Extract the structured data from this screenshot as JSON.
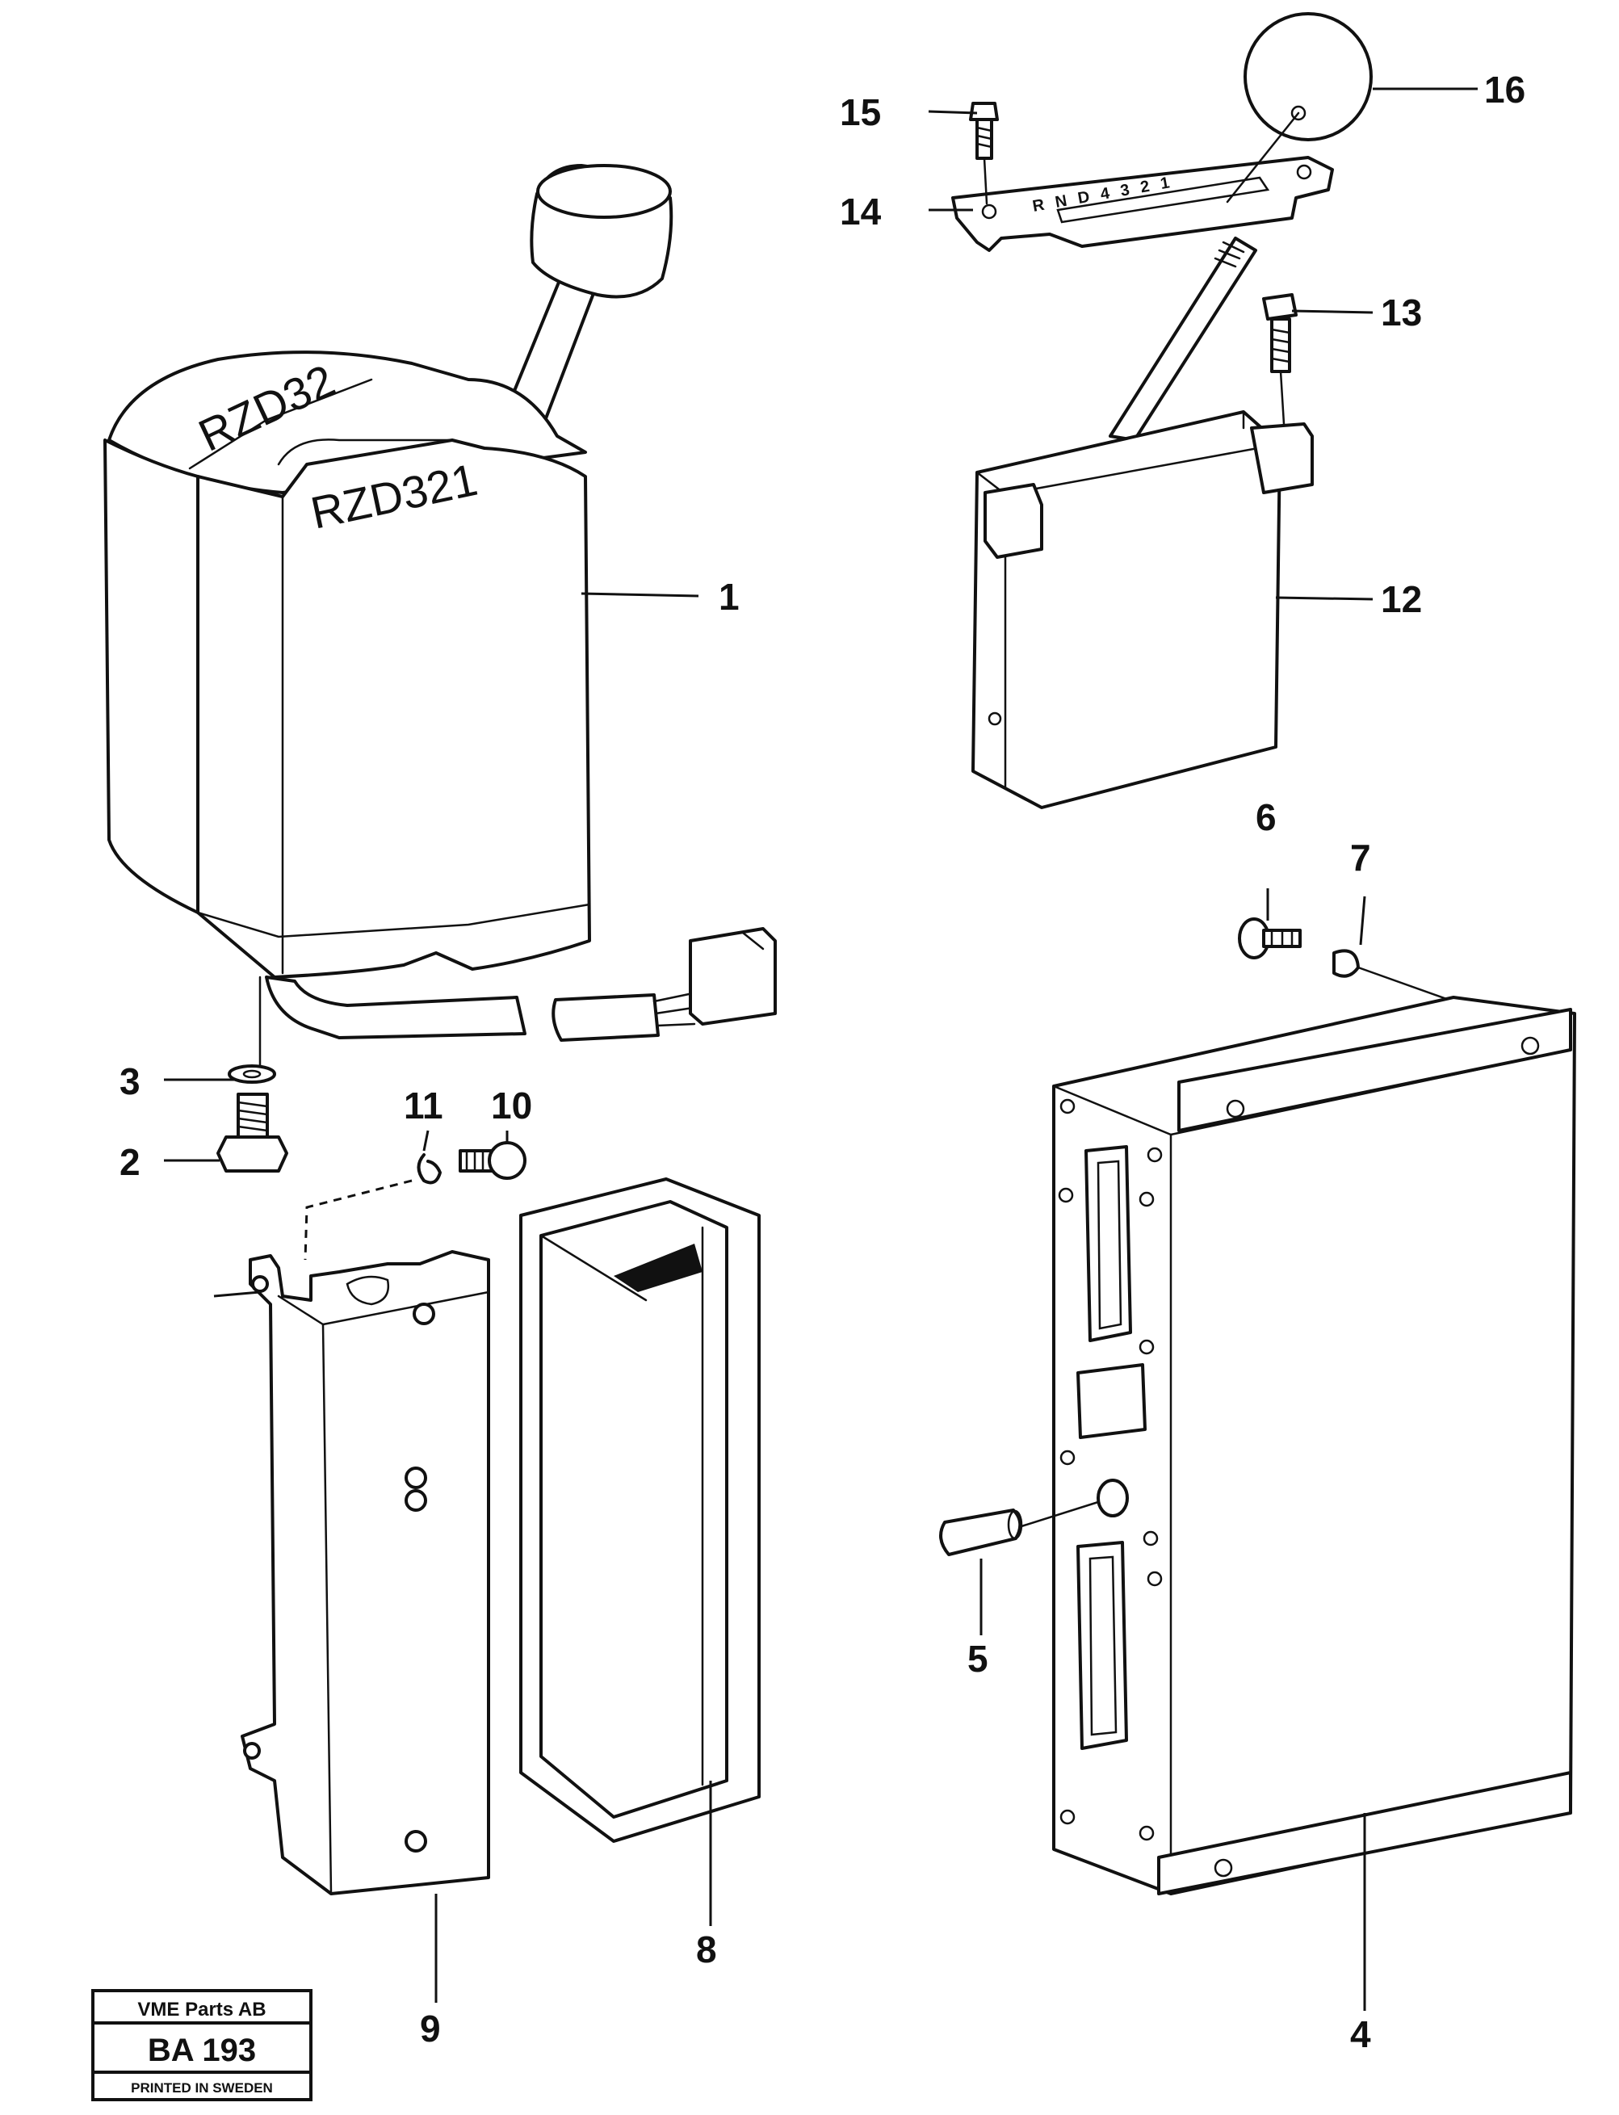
{
  "callouts": [
    {
      "id": "1",
      "label": "1"
    },
    {
      "id": "2",
      "label": "2"
    },
    {
      "id": "3",
      "label": "3"
    },
    {
      "id": "4",
      "label": "4"
    },
    {
      "id": "5",
      "label": "5"
    },
    {
      "id": "6",
      "label": "6"
    },
    {
      "id": "7",
      "label": "7"
    },
    {
      "id": "8",
      "label": "8"
    },
    {
      "id": "9",
      "label": "9"
    },
    {
      "id": "10",
      "label": "10"
    },
    {
      "id": "11",
      "label": "11"
    },
    {
      "id": "12",
      "label": "12"
    },
    {
      "id": "13",
      "label": "13"
    },
    {
      "id": "14",
      "label": "14"
    },
    {
      "id": "15",
      "label": "15"
    },
    {
      "id": "16",
      "label": "16"
    }
  ],
  "gear_markings": {
    "lever_top": "RZD32",
    "lever_front": "RZD321",
    "plate": "RND4321"
  },
  "stamp": {
    "company": "VME Parts AB",
    "code": "BA 193",
    "printed": "PRINTED IN SWEDEN"
  }
}
